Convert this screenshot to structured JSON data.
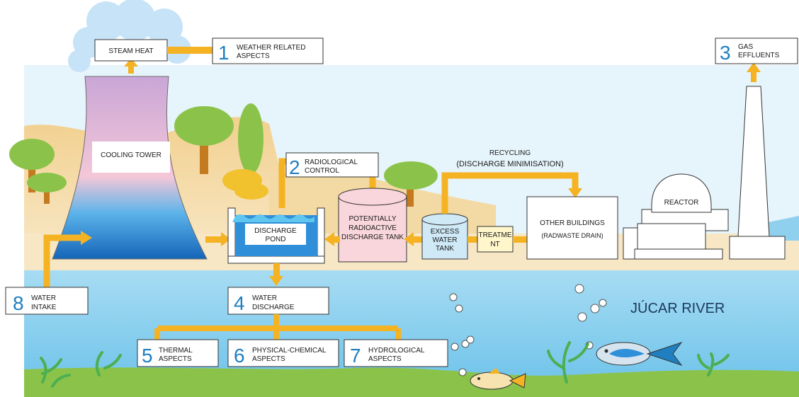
{
  "labels": {
    "steam_heat": "STEAM HEAT",
    "cooling_tower": "COOLING TOWER",
    "discharge_pond_1": "DISCHARGE",
    "discharge_pond_2": "POND",
    "potential_tank_1": "POTENTIALLY",
    "potential_tank_2": "RADIOACTIVE",
    "potential_tank_3": "DISCHARGE TANK",
    "excess_tank_1": "EXCESS",
    "excess_tank_2": "WATER",
    "excess_tank_3": "TANK",
    "treatment_1": "TREATME",
    "treatment_2": "NT",
    "other_buildings_1": "OTHER BUILDINGS",
    "other_buildings_2": "(RADWASTE DRAIN)",
    "reactor": "REACTOR",
    "recycling_1": "RECYCLING",
    "recycling_2": "(DISCHARGE MINIMISATION)",
    "river": "JÚCAR RIVER"
  },
  "aspects": [
    {
      "num": "1",
      "line1": "WEATHER RELATED",
      "line2": "ASPECTS"
    },
    {
      "num": "2",
      "line1": "RADIOLOGICAL",
      "line2": "CONTROL"
    },
    {
      "num": "3",
      "line1": "GAS",
      "line2": "EFFLUENTS"
    },
    {
      "num": "4",
      "line1": "WATER",
      "line2": "DISCHARGE"
    },
    {
      "num": "5",
      "line1": "THERMAL",
      "line2": "ASPECTS"
    },
    {
      "num": "6",
      "line1": "PHYSICAL-CHEMICAL",
      "line2": "ASPECTS"
    },
    {
      "num": "7",
      "line1": "HYDROLOGICAL",
      "line2": "ASPECTS"
    },
    {
      "num": "8",
      "line1": "WATER",
      "line2": "INTAKE"
    }
  ],
  "colors": {
    "arrow": "#f5b323",
    "arrow_outline": "#a87a10",
    "number": "#1f7fc1",
    "sky": "#e6f4fb",
    "land": "#f3d9a3",
    "river": "#7cc8ec",
    "riverbed": "#8bc34a",
    "tree": "#8bc34a"
  }
}
